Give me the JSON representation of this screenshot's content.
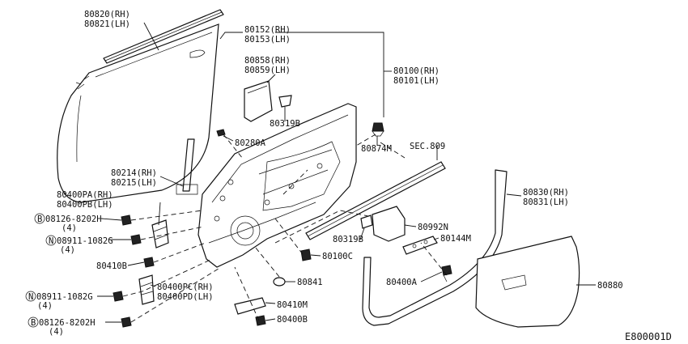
{
  "labels": {
    "p80820": "80820(RH)",
    "p80821": "80821(LH)",
    "p80152": "80152(RH)",
    "p80153": "80153(LH)",
    "p80858": "80858(RH)",
    "p80859": "80859(LH)",
    "p80100": "80100(RH)",
    "p80101": "80101(LH)",
    "p80319b_top": "80319B",
    "p80874m": "80874M",
    "sec809": "SEC.809",
    "p80280a": "80280A",
    "p80214": "80214(RH)",
    "p80215": "80215(LH)",
    "p80400pa": "80400PA(RH)",
    "p80400pb": "80400PB(LH)",
    "bolt_08126_a": "08126-8202H",
    "bolt_08126_a_qty": "(4)",
    "nut_08911_a": "08911-1082G",
    "nut_08911_a_qty": "(4)",
    "p80410b": "80410B",
    "p80400pc": "80400PC(RH)",
    "p80400pd": "80400PD(LH)",
    "nut_08911_b": "08911-1082G",
    "nut_08911_b_qty": "(4)",
    "bolt_08126_b": "08126-8202H",
    "bolt_08126_b_qty": "(4)",
    "p80410m": "80410M",
    "p80400b": "80400B",
    "p80841": "80841",
    "p80100c": "80100C",
    "p80992n": "80992N",
    "p80319b_mid": "80319B",
    "p80144m": "80144M",
    "p80400a": "80400A",
    "p80830": "80830(RH)",
    "p80831": "80831(LH)",
    "p80880": "80880",
    "diagram_code": "E800001D",
    "symbol_b": "B",
    "symbol_n": "N"
  }
}
